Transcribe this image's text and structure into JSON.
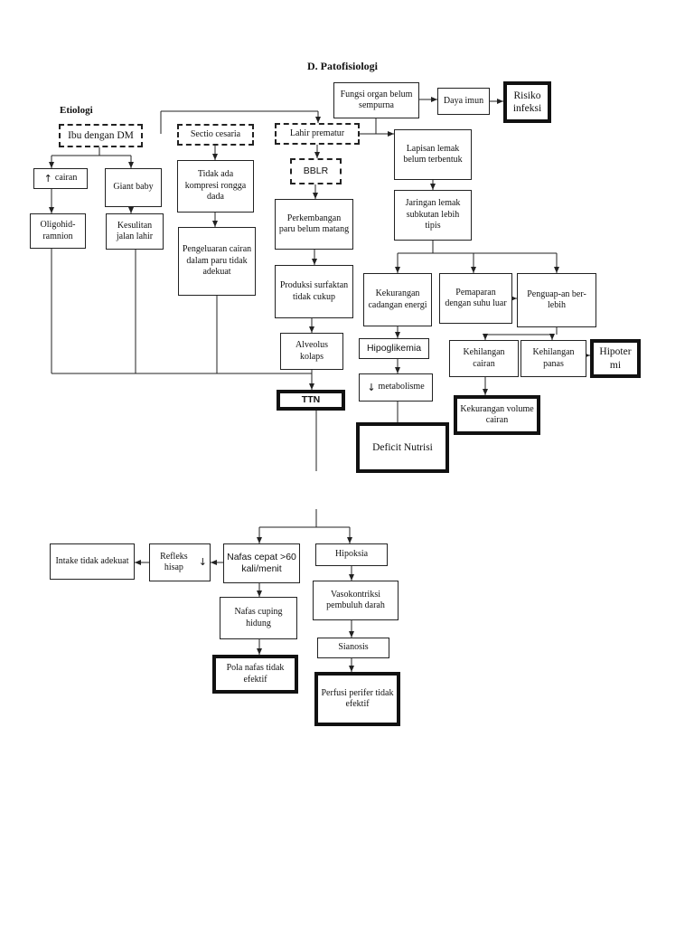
{
  "title": "D.  Patofisiologi",
  "etiologi_label": "Etiologi",
  "icons": {
    "up": "↑",
    "down": "↓"
  },
  "nodes": {
    "ibu_dm": "Ibu dengan DM",
    "sectio": "Sectio cesaria",
    "lahir_prematur": "Lahir prematur",
    "fungsi_organ": "Fungsi organ belum sempurna",
    "daya_imun": "Daya imun",
    "risiko_infeksi": "Risiko infeksi",
    "cairan": "cairan",
    "giant_baby": "Giant baby",
    "tidak_ada_kompresi": "Tidak ada kompresi rongga dada",
    "bblr": "BBLR",
    "lapisan_lemak": "Lapisan lemak belum terbentuk",
    "oligohidramnion": "Oligohid-ramnion",
    "kesulitan_jalan_lahir": "Kesulitan jalan lahir",
    "pengeluaran_cairan": "Pengeluaran cairan dalam paru tidak adekuat",
    "perkembangan_paru": "Perkembangan paru belum matang",
    "jaringan_lemak": "Jaringan lemak subkutan lebih tipis",
    "produksi_surfaktan": "Produksi surfaktan tidak cukup",
    "kekurangan_energi": "Kekurangan cadangan energi",
    "pemaparan_suhu": "Pemaparan dengan suhu luar",
    "penguapan": "Penguap-an ber-lebih",
    "alveolus_kolaps": "Alveolus kolaps",
    "hipoglikemia": "Hipoglikemia",
    "kehilangan_cairan": "Kehilangan cairan",
    "kehilangan_panas": "Kehilangan panas",
    "hipotermi": "Hipoter mi",
    "metabolisme": "metabolisme",
    "ttn": "TTN",
    "kekurangan_volume": "Kekurangan volume cairan",
    "defisit_nutrisi": "Deficit Nutrisi",
    "intake_tidak_adekuat": "Intake tidak adekuat",
    "refleks_hisap": "Refleks hisap",
    "nafas_cepat": "Nafas cepat >60 kali/menit",
    "hipoksia": "Hipoksia",
    "nafas_cuping": "Nafas cuping hidung",
    "vasokontriksi": "Vasokontriksi pembuluh darah",
    "pola_nafas": "Pola nafas tidak efektif",
    "sianosis": "Sianosis",
    "perfusi": "Perfusi perifer tidak efektif"
  }
}
